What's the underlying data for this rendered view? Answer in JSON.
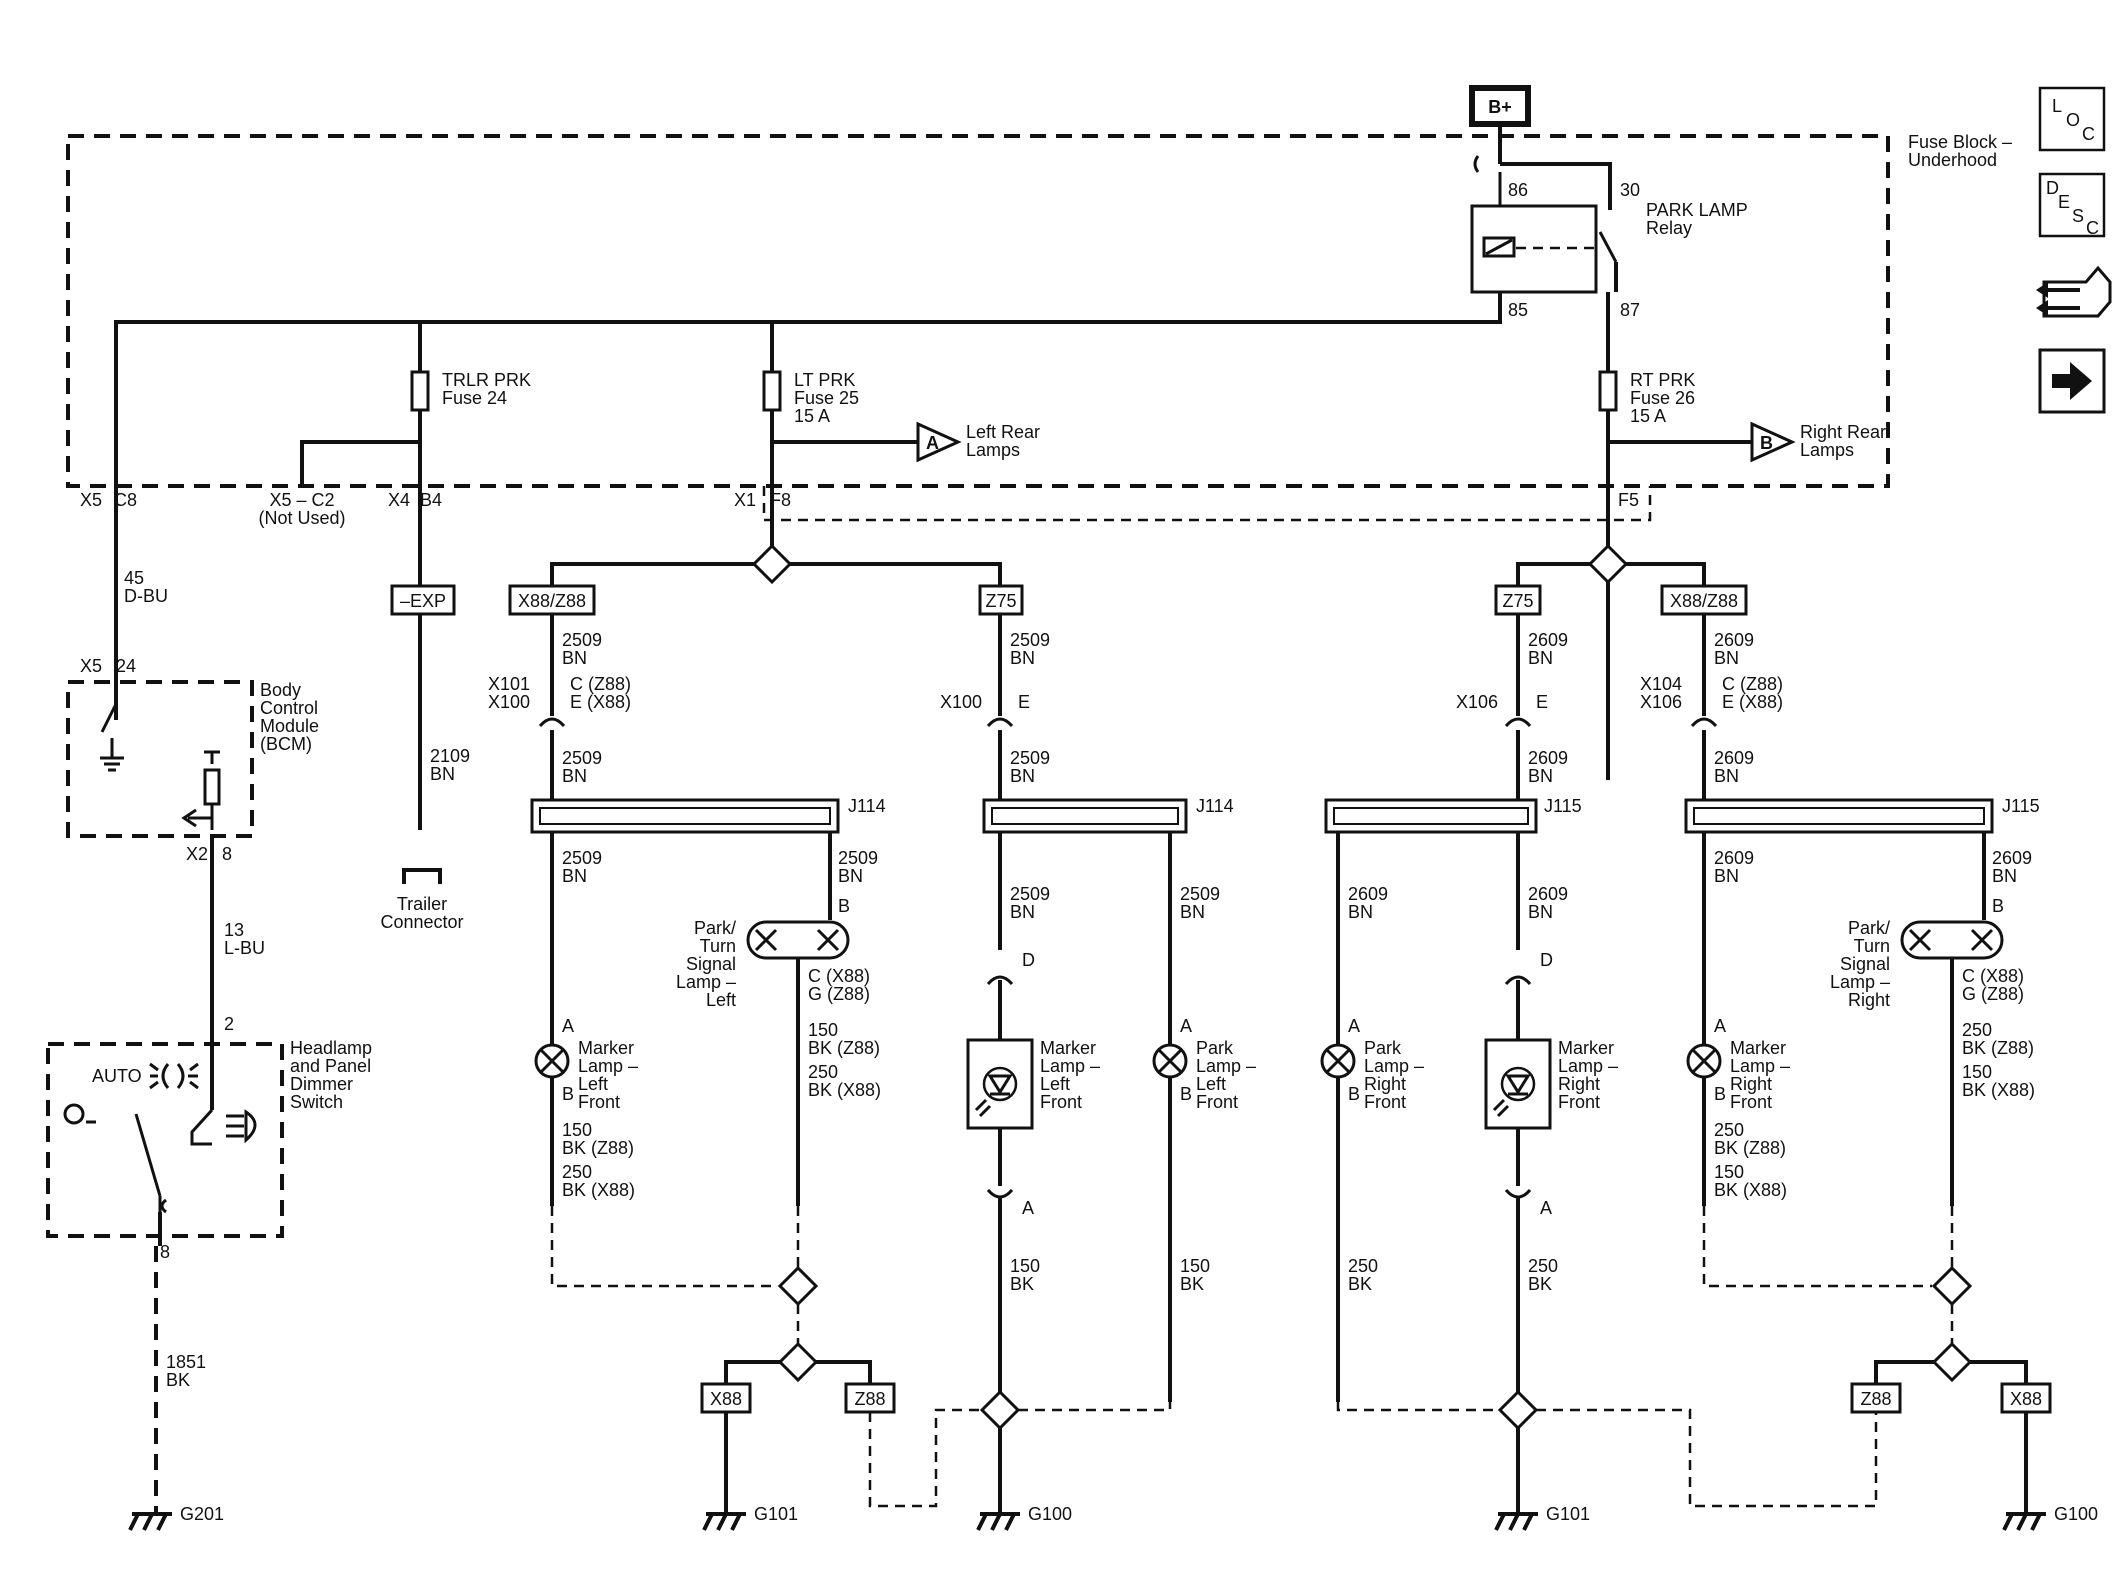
{
  "power": {
    "bplus": "B+"
  },
  "fuse_block": {
    "title": [
      "Fuse Block –",
      "Underhood"
    ]
  },
  "relay": {
    "name": [
      "PARK LAMP",
      "Relay"
    ],
    "pins": {
      "p86": "86",
      "p30": "30",
      "p85": "85",
      "p87": "87"
    }
  },
  "fuses": {
    "trlr": [
      "TRLR PRK",
      "Fuse 24"
    ],
    "lt": [
      "LT PRK",
      "Fuse 25",
      "15 A"
    ],
    "rt": [
      "RT PRK",
      "Fuse 26",
      "15 A"
    ]
  },
  "offpage": {
    "a_letter": "A",
    "a_label": [
      "Left Rear",
      "Lamps"
    ],
    "b_letter": "B",
    "b_label": [
      "Right Rear",
      "Lamps"
    ]
  },
  "connectors": {
    "x5c8": [
      "X5",
      "C8"
    ],
    "x5c2": [
      "X5 – C2",
      "(Not Used)"
    ],
    "x4b4": [
      "X4",
      "B4"
    ],
    "x1f8": [
      "X1",
      "F8"
    ],
    "f5": "F5"
  },
  "option_tags": {
    "exp": "–EXP",
    "x88z88": "X88/Z88",
    "z75": "Z75",
    "x88": "X88",
    "z88": "Z88"
  },
  "circuits": {
    "c45": [
      "45",
      "D-BU"
    ],
    "c2109": [
      "2109",
      "BN"
    ],
    "c13": [
      "13",
      "L-BU"
    ],
    "c1851": [
      "1851",
      "BK"
    ],
    "c2509": [
      "2509",
      "BN"
    ],
    "c2609": [
      "2609",
      "BN"
    ],
    "c150": [
      "150",
      "BK"
    ],
    "c250": [
      "250",
      "BK"
    ],
    "bk_150z_250x": [
      "150",
      "BK (Z88)",
      "250",
      "BK (X88)"
    ],
    "bk_250z_150x": [
      "250",
      "BK (Z88)",
      "150",
      "BK (X88)"
    ]
  },
  "bcm": {
    "name": [
      "Body",
      "Control",
      "Module",
      "(BCM)"
    ],
    "pins_top": [
      "X5",
      "24"
    ],
    "pins_bottom": [
      "X2",
      "8"
    ]
  },
  "switch": {
    "name": [
      "Headlamp",
      "and Panel",
      "Dimmer",
      "Switch"
    ],
    "auto": "AUTO",
    "pin_top": "2",
    "pin_bottom": "8"
  },
  "trailer": {
    "name": [
      "Trailer",
      "Connector"
    ]
  },
  "inline": {
    "x101x100": [
      "X101",
      "X100"
    ],
    "cz88_ex88": [
      "C (Z88)",
      "E (X88)"
    ],
    "x100": "X100",
    "e": "E",
    "x106": "X106",
    "x104x106": [
      "X104",
      "X106"
    ]
  },
  "splices": {
    "j114": "J114",
    "j115": "J115"
  },
  "pins": {
    "a": "A",
    "b": "B",
    "d": "D",
    "cx88_gz88": [
      "C (X88)",
      "G (Z88)"
    ]
  },
  "lamps": {
    "park_turn_left": [
      "Park/",
      "Turn",
      "Signal",
      "Lamp –",
      "Left"
    ],
    "park_turn_right": [
      "Park/",
      "Turn",
      "Signal",
      "Lamp –",
      "Right"
    ],
    "marker_lf": [
      "Marker",
      "Lamp –",
      "Left",
      "Front"
    ],
    "marker_rf": [
      "Marker",
      "Lamp –",
      "Right",
      "Front"
    ],
    "park_lf": [
      "Park",
      "Lamp –",
      "Left",
      "Front"
    ],
    "park_rf": [
      "Park",
      "Lamp –",
      "Right",
      "Front"
    ]
  },
  "grounds": {
    "g201": "G201",
    "g101": "G101",
    "g100": "G100"
  },
  "side_icons": {
    "loc": [
      "L",
      "O",
      "C"
    ],
    "desc": [
      "D",
      "E",
      "S",
      "C"
    ],
    "icons": [
      "connector-icon",
      "arrow-right-icon"
    ]
  }
}
